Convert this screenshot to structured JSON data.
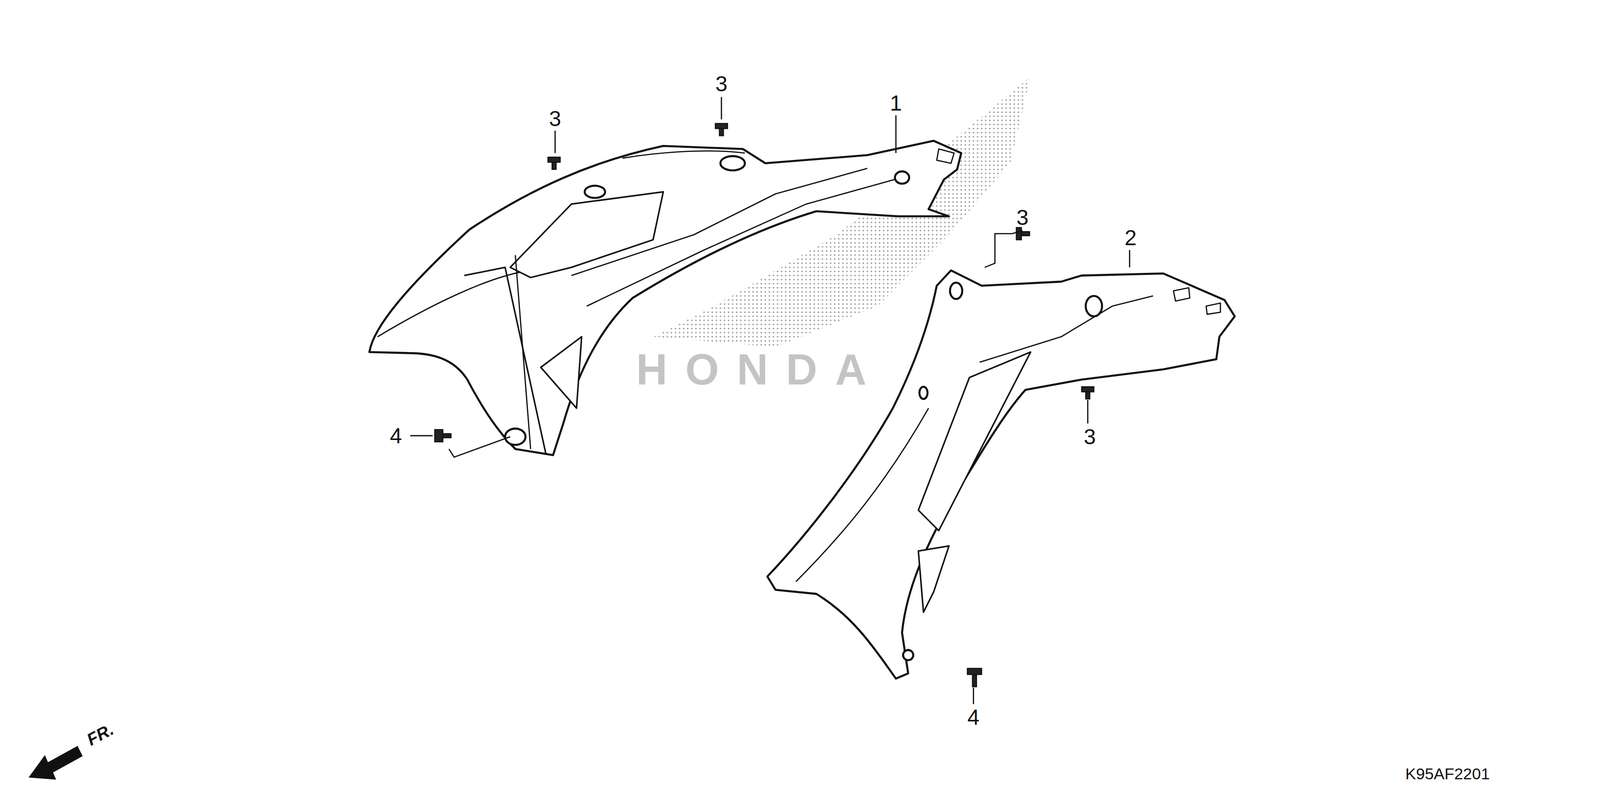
{
  "diagram": {
    "labels": [
      "1",
      "3",
      "3",
      "2",
      "3",
      "3",
      "4",
      "4",
      "HONDA",
      "FR.",
      "K95AF2201"
    ]
  }
}
